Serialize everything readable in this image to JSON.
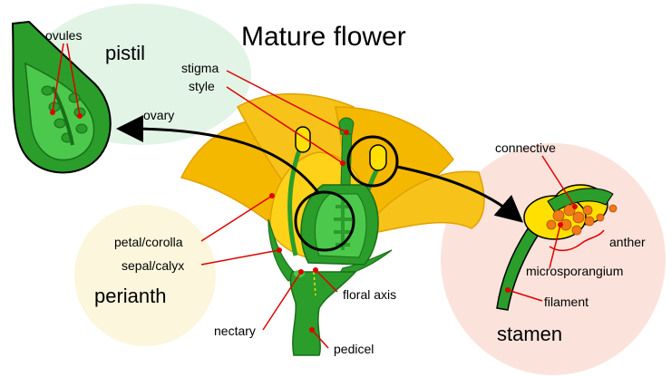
{
  "title": "Mature flower",
  "groups": {
    "pistil": "pistil",
    "perianth": "perianth",
    "stamen": "stamen"
  },
  "labels": {
    "ovules": "ovules",
    "ovary": "ovary",
    "stigma": "stigma",
    "style": "style",
    "petal_corolla": "petal/corolla",
    "sepal_calyx": "sepal/calyx",
    "nectary": "nectary",
    "floral_axis": "floral axis",
    "pedicel": "pedicel",
    "connective": "connective",
    "anther": "anther",
    "microsporangium": "microsporangium",
    "filament": "filament"
  },
  "colors": {
    "petal": "#f5b800",
    "petal_edge": "#e0a000",
    "green": "#2a9d2a",
    "green_light": "#4cc94c",
    "green_dark": "#1a6e1a",
    "anther_yellow": "#ffe000",
    "pollen_orange": "#f07a1a",
    "pointer_red": "#e00000",
    "pistil_bubble": "#e2f4e6",
    "perianth_bubble": "#fbf6dc",
    "stamen_bubble": "#fbe3dc"
  }
}
